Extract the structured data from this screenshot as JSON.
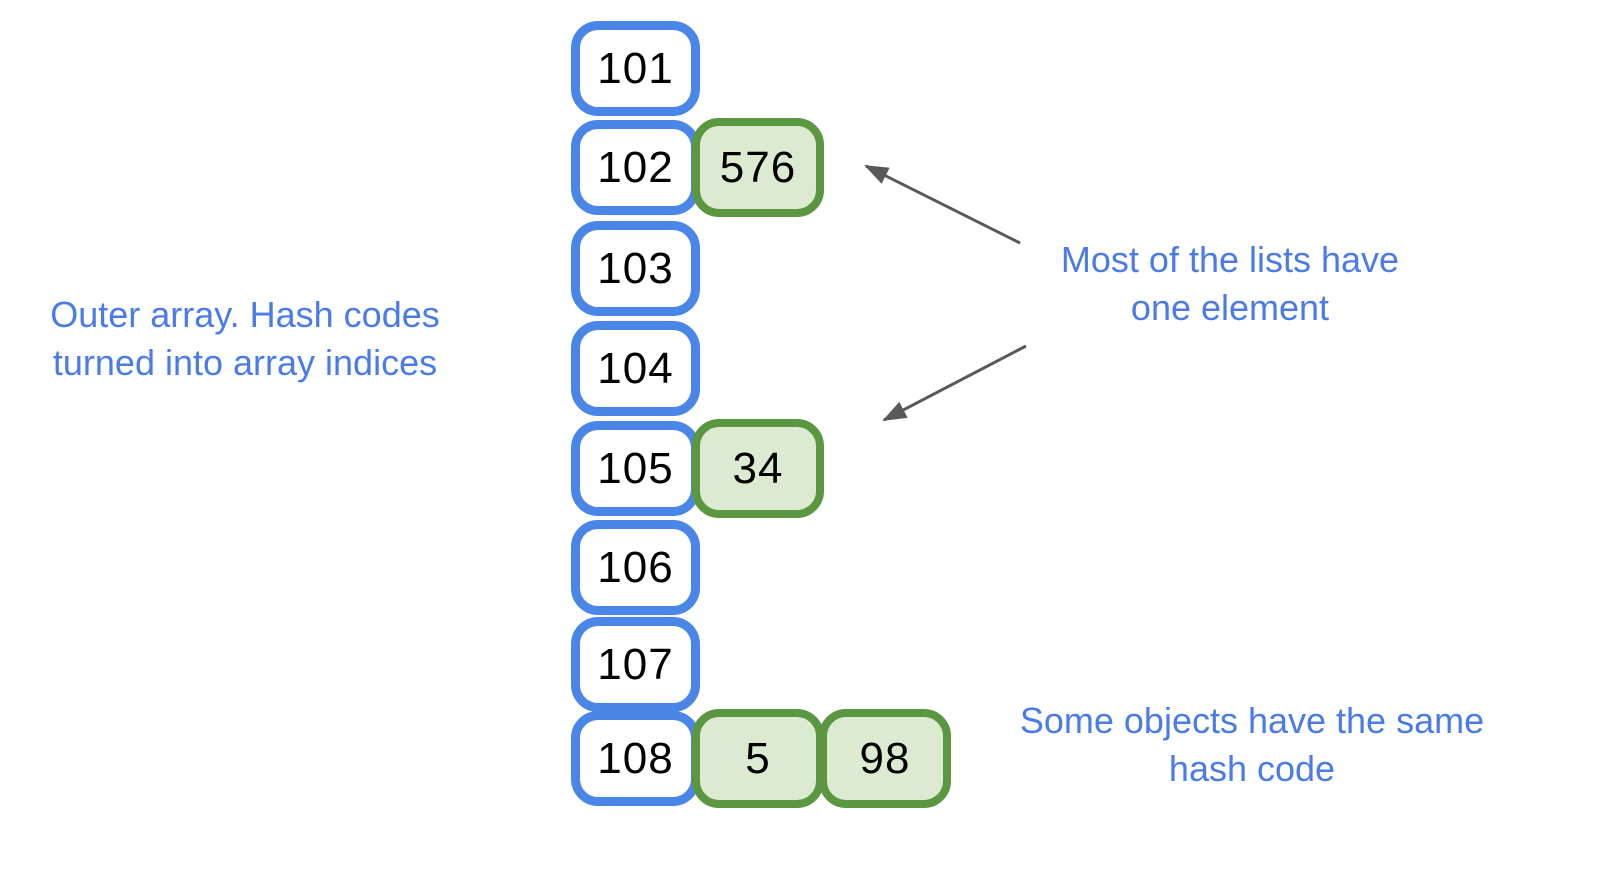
{
  "colors": {
    "blue_border": "#4a86e8",
    "blue_text": "#4a7be8",
    "green_border": "#5b9640",
    "green_fill": "#dcead2",
    "arrow": "#595959",
    "number_text": "#000000",
    "background": "#ffffff"
  },
  "outer_array": {
    "rows": [
      {
        "index": "101",
        "values": []
      },
      {
        "index": "102",
        "values": [
          "576"
        ]
      },
      {
        "index": "103",
        "values": []
      },
      {
        "index": "104",
        "values": []
      },
      {
        "index": "105",
        "values": [
          "34"
        ]
      },
      {
        "index": "106",
        "values": []
      },
      {
        "index": "107",
        "values": []
      },
      {
        "index": "108",
        "values": [
          "5",
          "98"
        ]
      }
    ]
  },
  "annotations": {
    "outer_array_label": {
      "line1": "Outer array. Hash codes",
      "line2": "turned into array indices"
    },
    "lists_note": {
      "line1": "Most of the lists have",
      "line2": "one element"
    },
    "collision_note": {
      "line1": "Some objects have the same",
      "line2": "hash code"
    }
  }
}
